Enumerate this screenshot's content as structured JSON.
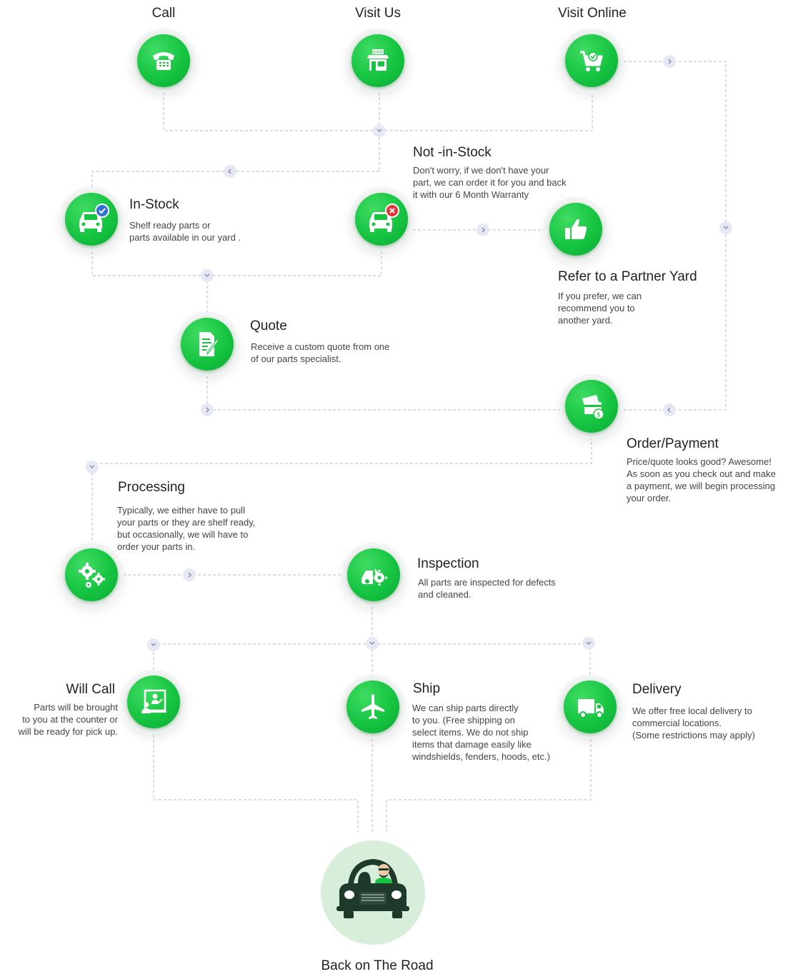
{
  "steps": {
    "call": {
      "title": "Call"
    },
    "visit_us": {
      "title": "Visit Us"
    },
    "visit_online": {
      "title": "Visit Online"
    },
    "not_in_stock": {
      "title": "Not -in-Stock",
      "lines": [
        "Don't worry, if we don't have your",
        "part, we can order it for you and back",
        "it with our 6 Month Warranty"
      ]
    },
    "in_stock": {
      "title": "In-Stock",
      "lines": [
        "Shelf ready parts or",
        "parts available in our yard ."
      ]
    },
    "partner_yard": {
      "title": "Refer to a Partner Yard",
      "lines": [
        "If you prefer, we can",
        "recommend you to",
        "another yard."
      ]
    },
    "quote": {
      "title": "Quote",
      "lines": [
        "Receive a custom quote from one",
        "of our parts specialist."
      ]
    },
    "order_payment": {
      "title": "Order/Payment",
      "lines": [
        "Price/quote looks good? Awesome!",
        "As soon as you check out and make",
        "a payment, we will begin processing",
        "your order."
      ]
    },
    "processing": {
      "title": "Processing",
      "lines": [
        "Typically, we either have to pull",
        "your parts or they are shelf ready,",
        "but occasionally, we will have to",
        "order your parts in."
      ]
    },
    "inspection": {
      "title": "Inspection",
      "lines": [
        "All parts are inspected for defects",
        "and cleaned."
      ]
    },
    "will_call": {
      "title": "Will Call",
      "lines": [
        "Parts will be brought",
        "to you at the counter or",
        "will be ready for pick up."
      ]
    },
    "ship": {
      "title": "Ship",
      "lines": [
        "We can ship parts directly",
        "to you. (Free shipping on",
        "select items. We do not ship",
        "items that damage easily like",
        "windshields, fenders, hoods, etc.)"
      ]
    },
    "delivery": {
      "title": "Delivery",
      "lines": [
        "We offer free local delivery to",
        " commercial locations.",
        "(Some restrictions may apply)"
      ]
    },
    "back_on_road": {
      "title": "Back on The Road"
    }
  },
  "icons": {
    "call": "telephone-icon",
    "visit_us": "shop-icon",
    "visit_online": "shopping-cart-icon",
    "in_stock": "car-check-icon",
    "not_in_stock": "car-x-icon",
    "partner_yard": "thumbs-up-icon",
    "quote": "document-pen-icon",
    "order_payment": "payment-card-icon",
    "processing": "gears-icon",
    "inspection": "car-part-icon",
    "will_call": "counter-pickup-icon",
    "ship": "airplane-icon",
    "delivery": "truck-icon",
    "back_on_road": "car-driver-icon"
  },
  "colors": {
    "green": "#16c441",
    "connector": "#b7bad3",
    "chevron_bg": "#e6e8f4",
    "final_bg": "#d7eedb",
    "car_dark": "#1f3a2b"
  }
}
